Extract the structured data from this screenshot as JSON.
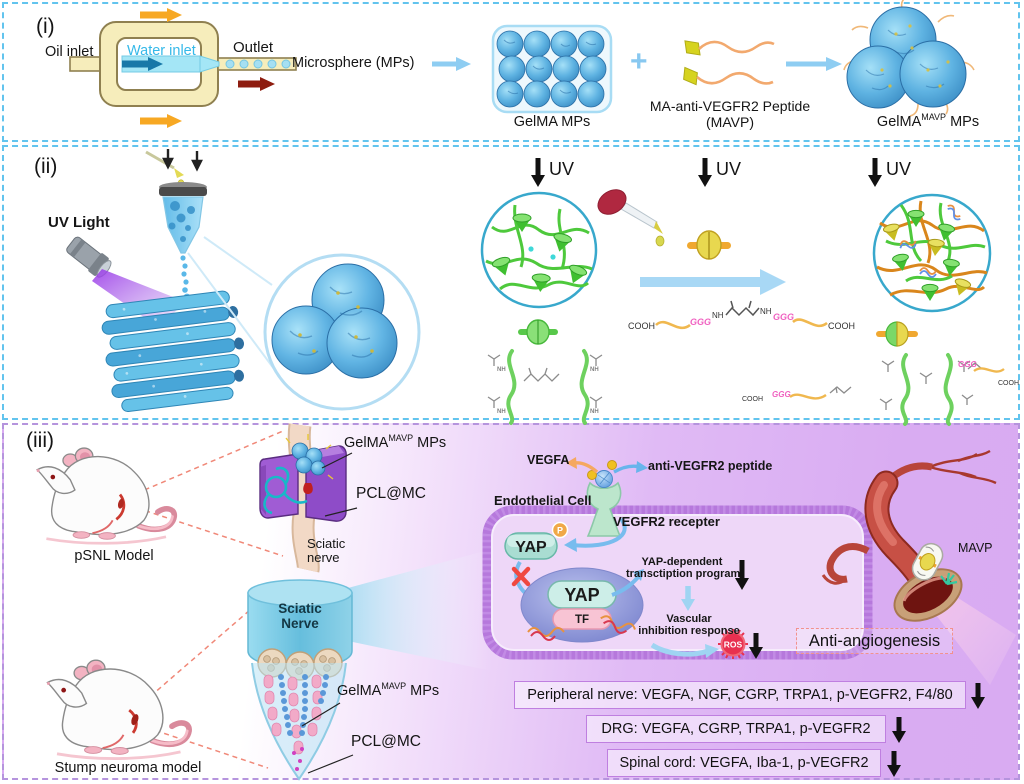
{
  "panel1": {
    "tag": "(i)",
    "oil_inlet": "Oil inlet",
    "water_inlet": "Water inlet",
    "outlet": "Outlet",
    "microsphere": "Microsphere (MPs)",
    "gelma_mps": "GelMA MPs",
    "plus": "+",
    "peptide_line1": "MA-anti-VEGFR2 Peptide",
    "peptide_line2": "(MAVP)",
    "product": {
      "base": "GelMA",
      "sup": "MAVP",
      "suffix": " MPs"
    }
  },
  "panel2": {
    "tag": "(ii)",
    "uv_light": "UV Light",
    "uv": "UV",
    "chem": {
      "cooh": "COOH",
      "ggg": "GGG",
      "nh": "NH"
    }
  },
  "panel3": {
    "tag": "(iii)",
    "psnl_model": "pSNL Model",
    "stump_model": "Stump neuroma model",
    "mps_label": {
      "base": "GelMA",
      "sup": "MAVP",
      "suffix": " MPs"
    },
    "pcl_mc": "PCL@MC",
    "nerve_small": {
      "l1": "Sciatic",
      "l2": "nerve"
    },
    "nerve_cone": {
      "l1": "Sciatic",
      "l2": "Nerve"
    },
    "vegfa": "VEGFA",
    "anti_vegfr2_peptide": "anti-VEGFR2 peptide",
    "endothelial_cell": "Endothelial Cell",
    "vegfr2_receptor": "VEGFR2 recepter",
    "yap": "YAP",
    "p": "P",
    "tf": "TF",
    "yap_prog": {
      "l1": "YAP-dependent",
      "l2": "transctiption program"
    },
    "vascular": {
      "l1": "Vascular",
      "l2": "inhibition response"
    },
    "ros": "ROS",
    "mavp": "MAVP",
    "anti_angiogenesis": "Anti-angiogenesis",
    "findings": [
      {
        "text": "Peripheral nerve: VEGFA, NGF, CGRP, TRPA1, p-VEGFR2, F4/80"
      },
      {
        "text": "DRG: VEGFA, CGRP, TRPA1, p-VEGFR2"
      },
      {
        "text": "Spinal cord: VEGFA, Iba-1, p-VEGFR2"
      }
    ]
  },
  "colors": {
    "panel_border_blue": "#62c4ee",
    "panel_border_purple": "#b594dd",
    "arrow_blue": "#8ecdf2",
    "uv_purple": "#9a3ae8",
    "network_green": "#4ec93c",
    "network_orange": "#d9861c",
    "cell_border": "#b678dc",
    "nucleus_blue": "#8b93d8",
    "vessel_red": "#b8453a",
    "ros_red": "#e83050",
    "ggg_pink": "#f060c0",
    "peptide_orange": "#f2a96e",
    "microsphere_blue": "#55aede"
  }
}
